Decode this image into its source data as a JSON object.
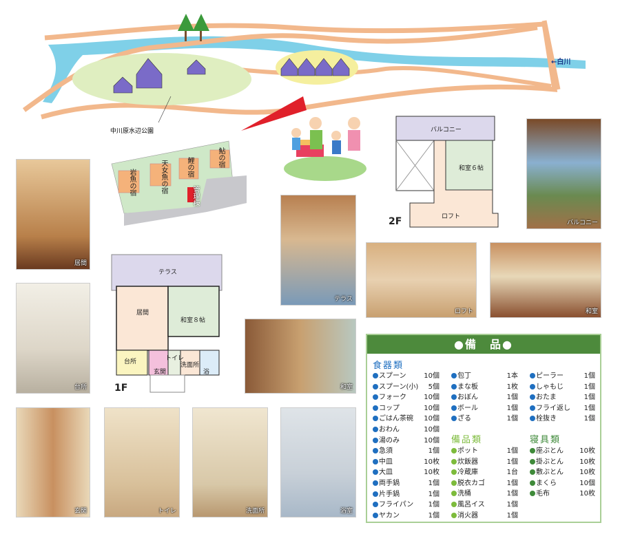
{
  "map": {
    "park_label": "中川原水辺公園",
    "river_label": "←白川"
  },
  "site_plan": {
    "buildings": [
      "岩魚の宿",
      "天女魚の宿",
      "鯉の宿",
      "鮎の宿"
    ],
    "office": "管理棟"
  },
  "photos": {
    "living": "居間",
    "kitchen": "台所",
    "entrance": "玄関",
    "toilet": "トイレ",
    "washroom": "洗面所",
    "bath": "浴室",
    "terrace": "テラス",
    "washitsu_1f": "和室",
    "loft": "ロフト",
    "washitsu_2f": "和室",
    "balcony": "バルコニー"
  },
  "floor1": {
    "title": "1F",
    "terrace": "テラス",
    "living": "居間",
    "washitsu": "和室８帖",
    "kitchen": "台所",
    "entrance": "玄関",
    "toilet": "トイレ",
    "washroom": "洗面所",
    "bath": "浴"
  },
  "floor2": {
    "title": "2F",
    "balcony": "バルコニー",
    "washitsu": "和室６帖",
    "loft": "ロフト"
  },
  "equipment": {
    "title": "●備　品●",
    "colors": {
      "tableware": "#1f6fc0",
      "amenities": "#7dbb3c",
      "bedding": "#3f8a3a"
    },
    "tableware_label": "食器類",
    "amenities_label": "備品類",
    "bedding_label": "寝具類",
    "tableware_col1": [
      {
        "name": "スプーン",
        "qty": "10個"
      },
      {
        "name": "スプーン(小)",
        "qty": "5個"
      },
      {
        "name": "フォーク",
        "qty": "10個"
      },
      {
        "name": "コップ",
        "qty": "10個"
      },
      {
        "name": "ごはん茶碗",
        "qty": "10個"
      },
      {
        "name": "おわん",
        "qty": "10個"
      },
      {
        "name": "湯のみ",
        "qty": "10個"
      },
      {
        "name": "急須",
        "qty": "1個"
      },
      {
        "name": "中皿",
        "qty": "10枚"
      },
      {
        "name": "大皿",
        "qty": "10枚"
      },
      {
        "name": "両手鍋",
        "qty": "1個"
      },
      {
        "name": "片手鍋",
        "qty": "1個"
      },
      {
        "name": "フライパン",
        "qty": "1個"
      },
      {
        "name": "ヤカン",
        "qty": "1個"
      }
    ],
    "tableware_col2": [
      {
        "name": "包丁",
        "qty": "1本"
      },
      {
        "name": "まな板",
        "qty": "1枚"
      },
      {
        "name": "おぼん",
        "qty": "1個"
      },
      {
        "name": "ボール",
        "qty": "1個"
      },
      {
        "name": "ざる",
        "qty": "1個"
      }
    ],
    "tableware_col3": [
      {
        "name": "ピーラー",
        "qty": "1個"
      },
      {
        "name": "しゃもじ",
        "qty": "1個"
      },
      {
        "name": "おたま",
        "qty": "1個"
      },
      {
        "name": "フライ返し",
        "qty": "1個"
      },
      {
        "name": "栓抜き",
        "qty": "1個"
      }
    ],
    "amenities": [
      {
        "name": "ポット",
        "qty": "1個"
      },
      {
        "name": "炊飯器",
        "qty": "1個"
      },
      {
        "name": "冷蔵庫",
        "qty": "1台"
      },
      {
        "name": "脱衣カゴ",
        "qty": "1個"
      },
      {
        "name": "洗桶",
        "qty": "1個"
      },
      {
        "name": "風呂イス",
        "qty": "1個"
      },
      {
        "name": "消火器",
        "qty": "1個"
      }
    ],
    "bedding": [
      {
        "name": "座ぶとん",
        "qty": "10枚"
      },
      {
        "name": "掛ぶとん",
        "qty": "10枚"
      },
      {
        "name": "敷ぶとん",
        "qty": "10枚"
      },
      {
        "name": "まくら",
        "qty": "10個"
      },
      {
        "name": "毛布",
        "qty": "10枚"
      }
    ]
  }
}
